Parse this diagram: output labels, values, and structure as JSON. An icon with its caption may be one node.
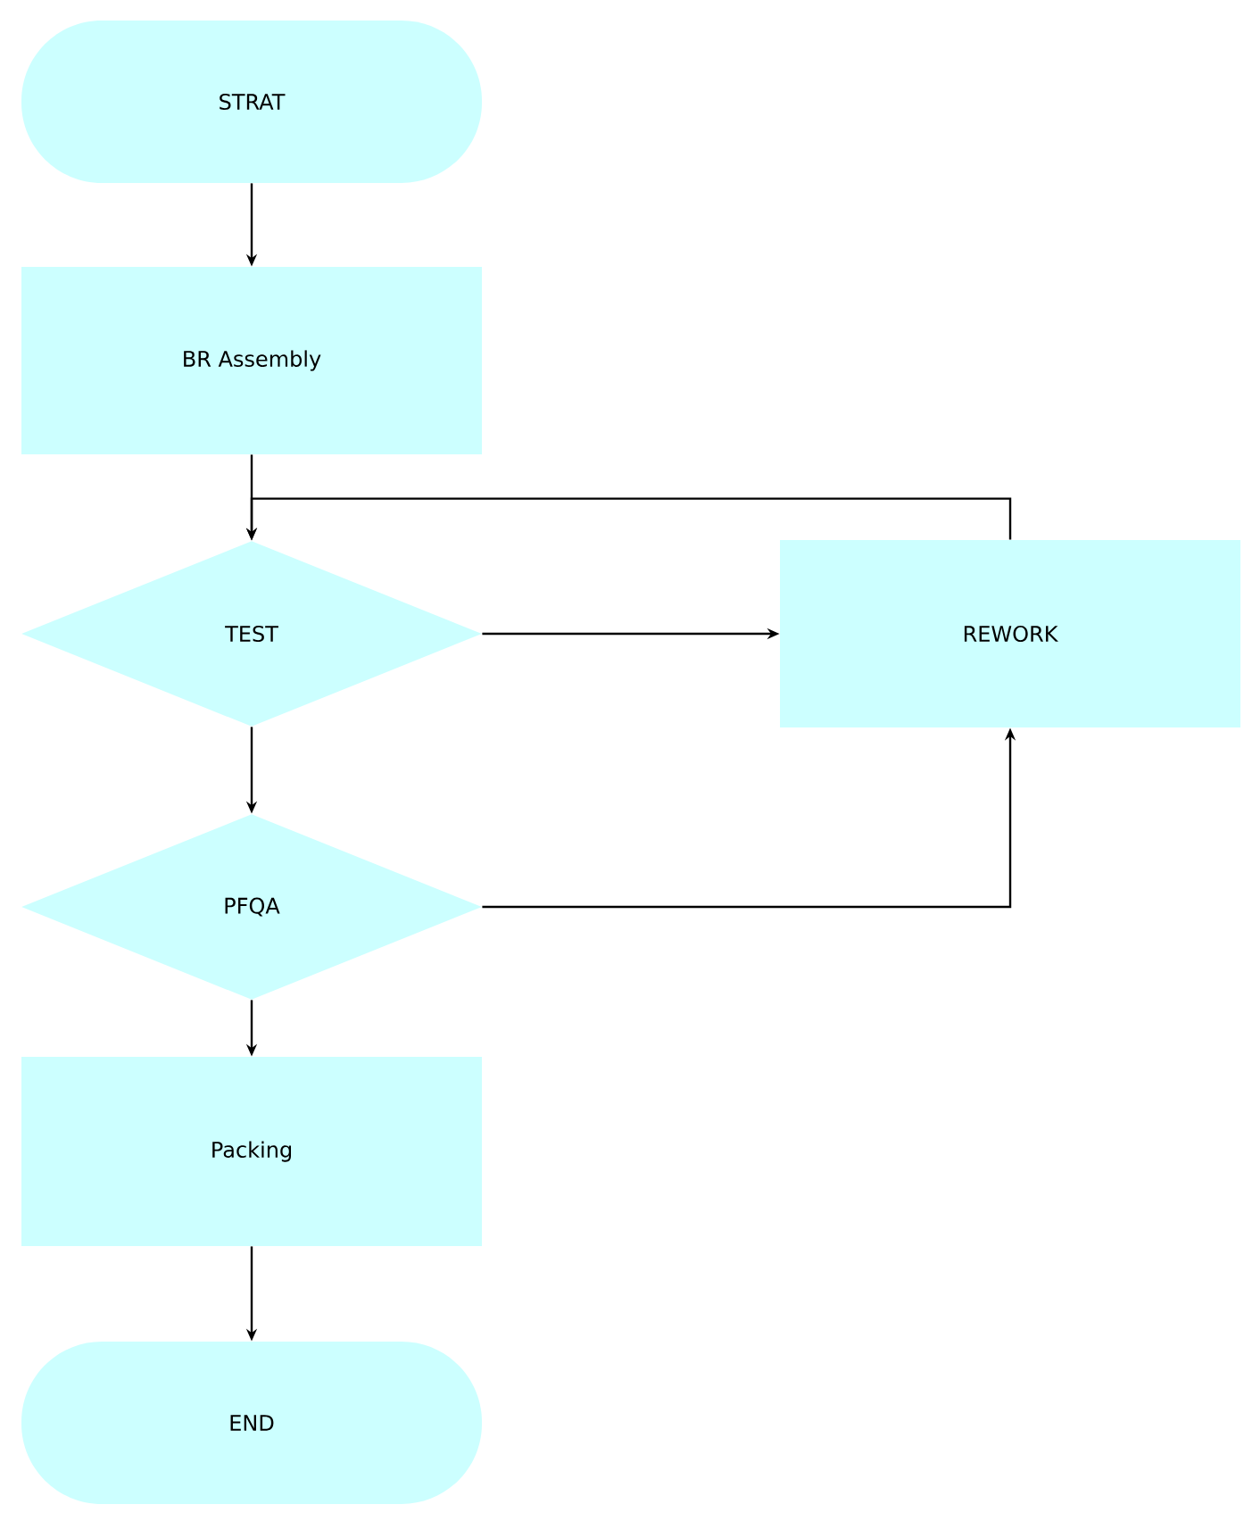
{
  "diagram": {
    "nodes": [
      {
        "text": [
          "STRAT"
        ]
      },
      {
        "text": [
          "BR Assembly"
        ]
      },
      {
        "text": [
          "TEST"
        ]
      },
      {
        "text": [
          "REWORK"
        ]
      },
      {
        "text": [
          "PFQA"
        ]
      },
      {
        "text": [
          "Packing"
        ]
      },
      {
        "text": [
          "END"
        ]
      }
    ],
    "edges": [
      {
        "from": 0,
        "to": 1,
        "arrow": "to"
      },
      {
        "from": 1,
        "to": 2,
        "arrow": "to"
      },
      {
        "from": 2,
        "to": 3,
        "arrow": "to"
      },
      {
        "from": 3,
        "to": 2,
        "arrow": "to"
      },
      {
        "from": 2,
        "to": 4,
        "arrow": "to"
      },
      {
        "from": 4,
        "to": 3,
        "arrow": "to"
      },
      {
        "from": 4,
        "to": 5,
        "arrow": "to"
      },
      {
        "from": 5,
        "to": 6,
        "arrow": "to"
      }
    ]
  }
}
